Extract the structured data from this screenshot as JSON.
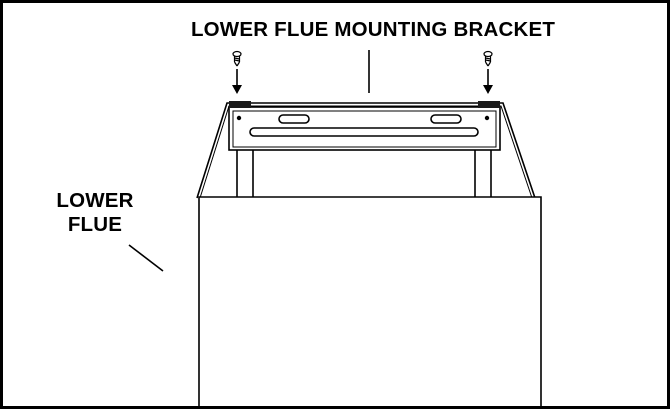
{
  "labels": {
    "mounting_bracket": "LOWER FLUE MOUNTING BRACKET",
    "lower_flue_line1": "LOWER",
    "lower_flue_line2": "FLUE"
  },
  "colors": {
    "line": "#000000",
    "background": "#ffffff",
    "gasket": "#1a1a1a"
  }
}
